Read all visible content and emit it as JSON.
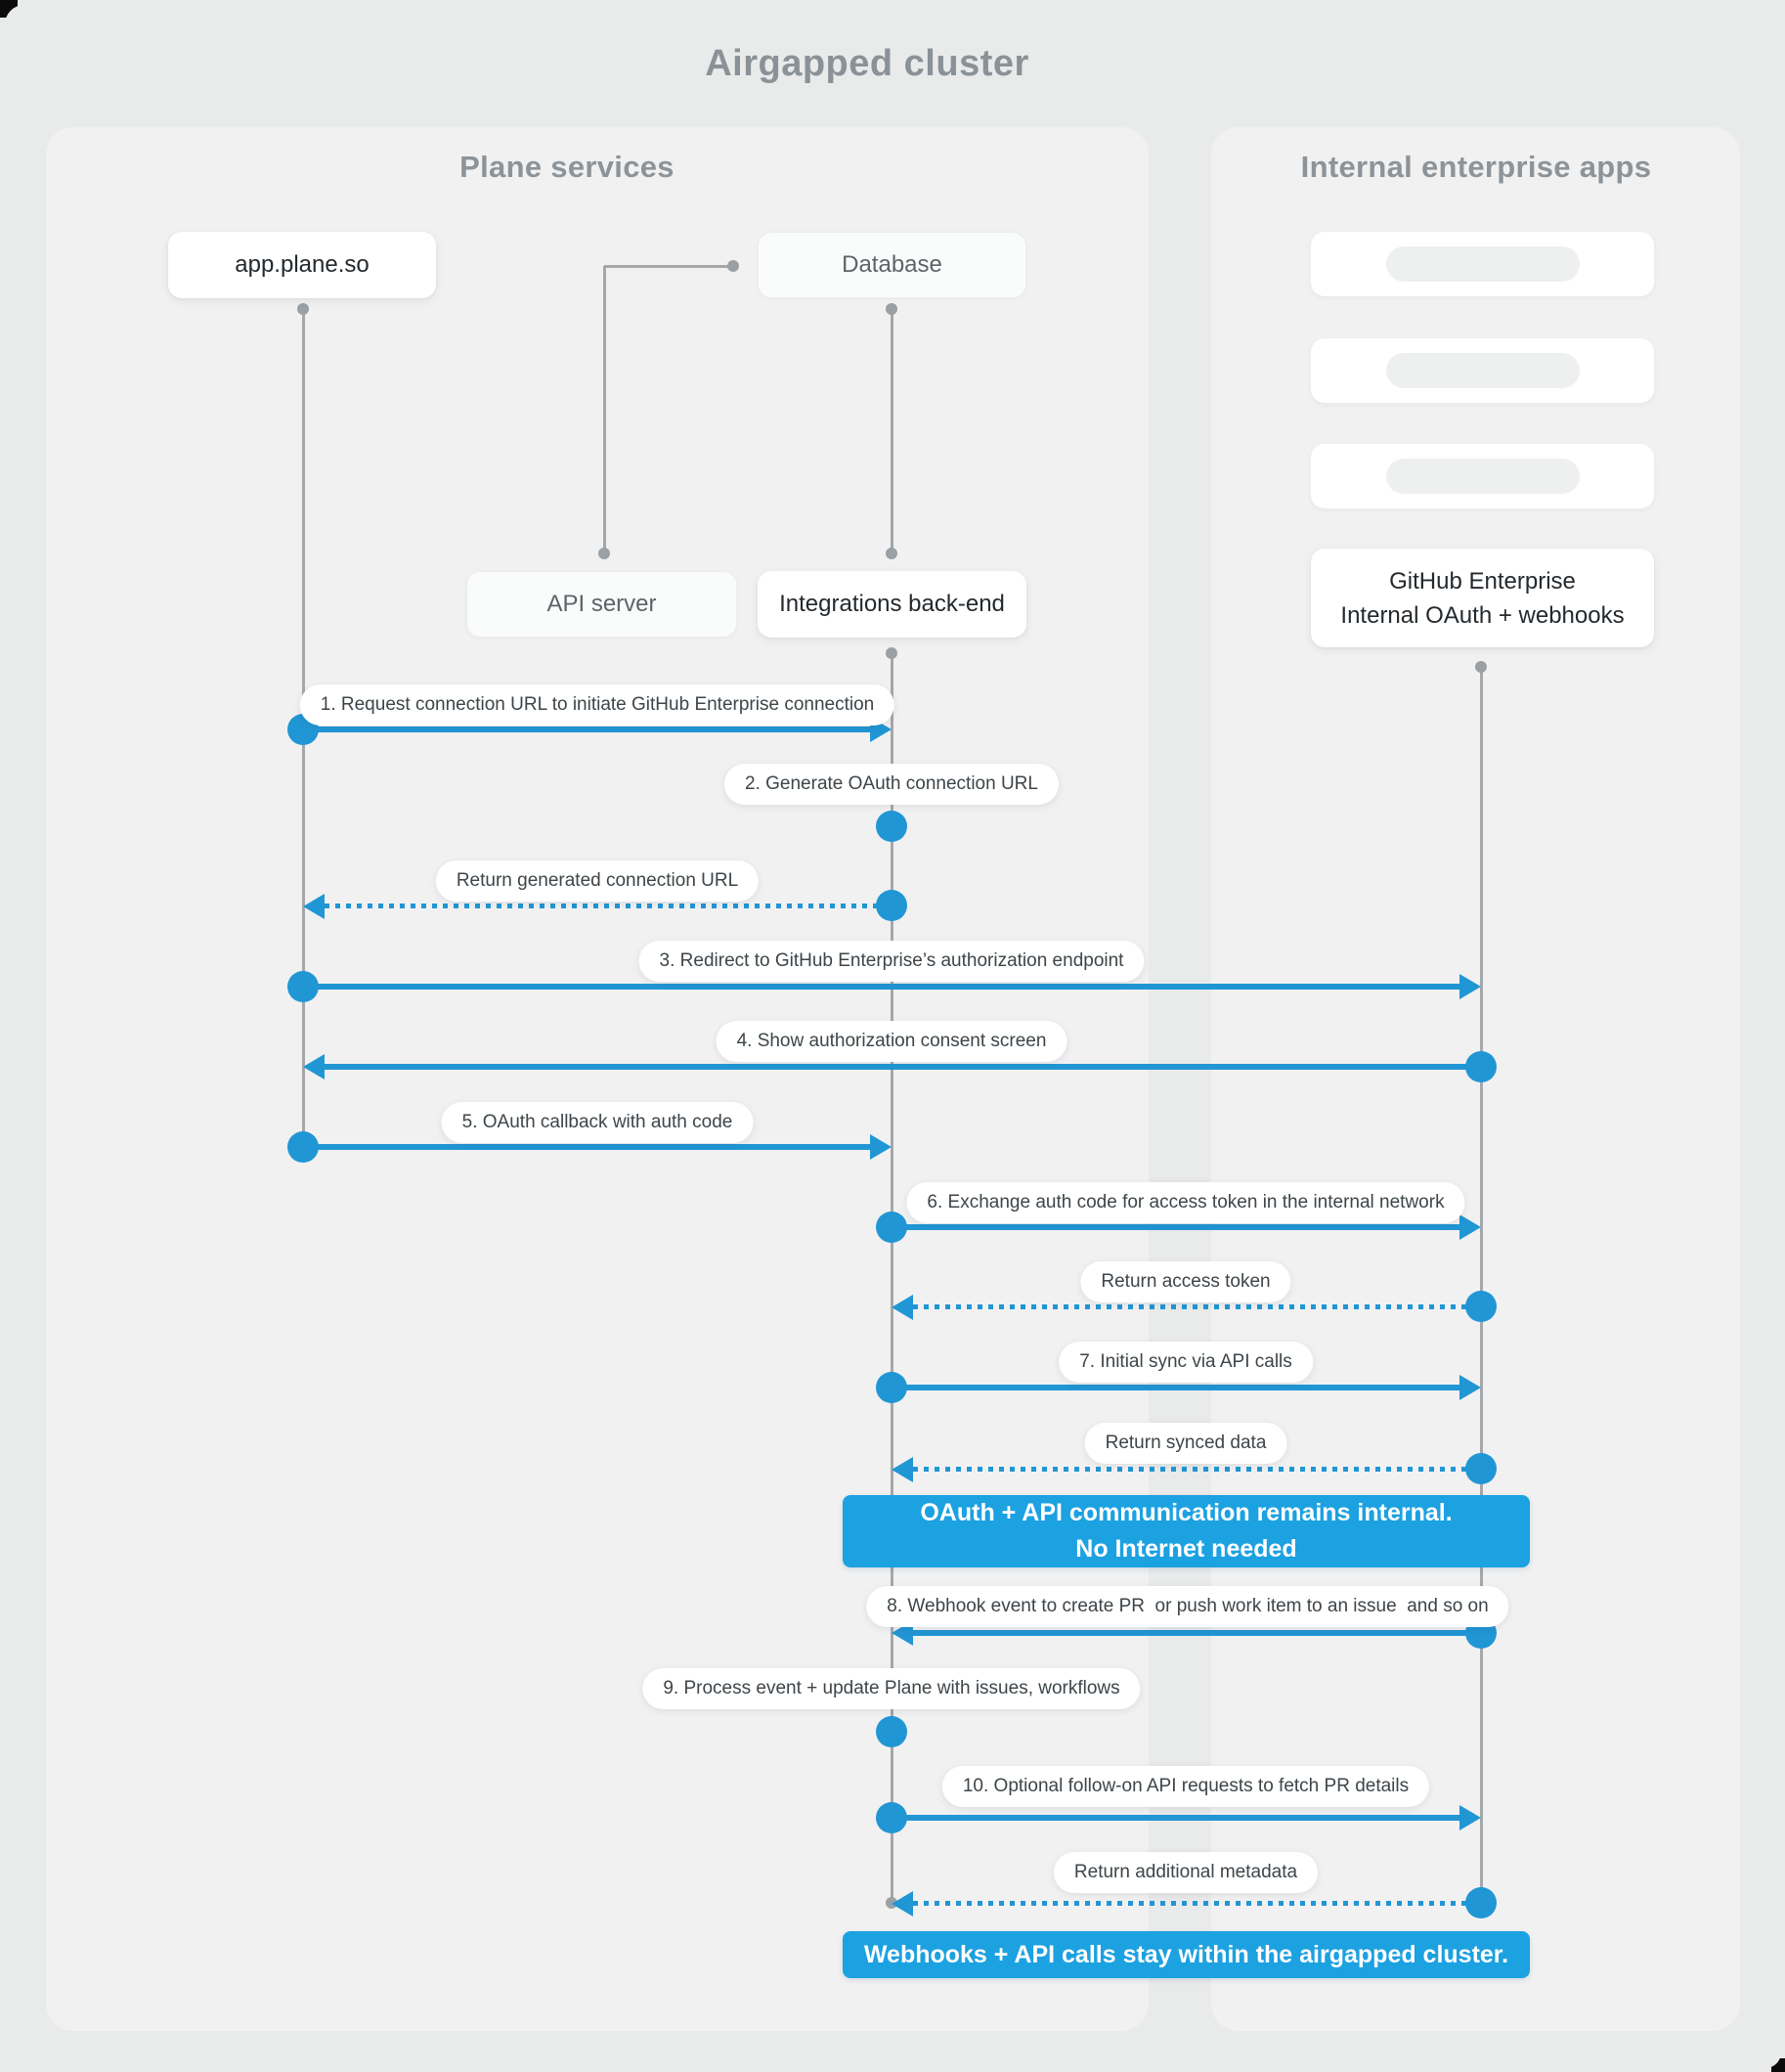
{
  "title": "Airgapped cluster",
  "panels": {
    "plane": {
      "header": "Plane services"
    },
    "internal": {
      "header": "Internal enterprise apps"
    }
  },
  "nodes": {
    "app": {
      "label": "app.plane.so"
    },
    "database": {
      "label": "Database"
    },
    "api_server": {
      "label": "API server"
    },
    "integrations": {
      "label": "Integrations back-end"
    },
    "github": {
      "line1": "GitHub Enterprise",
      "line2": "Internal OAuth + webhooks"
    }
  },
  "messages": [
    {
      "label": "1. Request connection URL to initiate GitHub Enterprise connection",
      "from": "app.plane.so",
      "to": "Integrations back-end",
      "style": "solid"
    },
    {
      "label": "2. Generate OAuth connection URL",
      "from": "Integrations back-end",
      "to": "Integrations back-end",
      "style": "self"
    },
    {
      "label": "Return generated connection URL",
      "from": "Integrations back-end",
      "to": "app.plane.so",
      "style": "dashed"
    },
    {
      "label": "3. Redirect to GitHub Enterprise’s authorization endpoint",
      "from": "app.plane.so",
      "to": "GitHub Enterprise",
      "style": "solid"
    },
    {
      "label": "4. Show authorization consent screen",
      "from": "GitHub Enterprise",
      "to": "app.plane.so",
      "style": "solid"
    },
    {
      "label": "5. OAuth callback with auth code",
      "from": "app.plane.so",
      "to": "Integrations back-end",
      "style": "solid"
    },
    {
      "label": "6. Exchange auth code for access token in the internal network",
      "from": "Integrations back-end",
      "to": "GitHub Enterprise",
      "style": "solid"
    },
    {
      "label": "Return access token",
      "from": "GitHub Enterprise",
      "to": "Integrations back-end",
      "style": "dashed"
    },
    {
      "label": "7. Initial sync via API calls",
      "from": "Integrations back-end",
      "to": "GitHub Enterprise",
      "style": "solid"
    },
    {
      "label": "Return synced data",
      "from": "GitHub Enterprise",
      "to": "Integrations back-end",
      "style": "dashed"
    },
    {
      "label": "8. Webhook event to create PR  or push work item to an issue  and so on",
      "from": "GitHub Enterprise",
      "to": "Integrations back-end",
      "style": "solid"
    },
    {
      "label": "9. Process event + update Plane with issues, workflows",
      "from": "Integrations back-end",
      "to": "Integrations back-end",
      "style": "self"
    },
    {
      "label": "10. Optional follow-on API requests to fetch PR details",
      "from": "Integrations back-end",
      "to": "GitHub Enterprise",
      "style": "solid"
    },
    {
      "label": "Return additional metadata",
      "from": "GitHub Enterprise",
      "to": "Integrations back-end",
      "style": "dashed"
    }
  ],
  "banners": {
    "internal_note_line1": "OAuth + API communication remains internal.",
    "internal_note_line2": "No Internet needed",
    "airgapped_note": "Webhooks + API calls stay within the airgapped cluster."
  },
  "colors": {
    "accent_blue": "#2196d4",
    "banner_blue": "#1ca1e1"
  }
}
